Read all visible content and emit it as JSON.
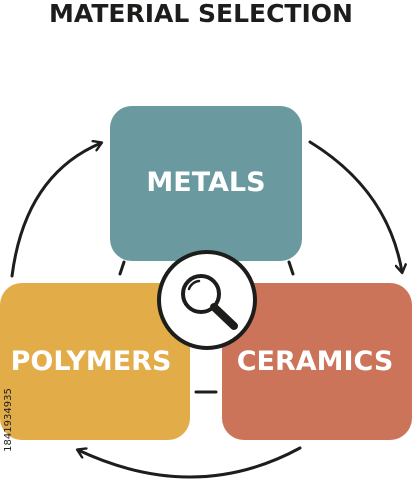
{
  "title": "MATERIAL SELECTION",
  "boxes": {
    "metals": {
      "label": "METALS",
      "color": "#6a9a9f"
    },
    "polymers": {
      "label": "POLYMERS",
      "color": "#e2ac48"
    },
    "ceramics": {
      "label": "CERAMICS",
      "color": "#cb7459"
    }
  },
  "center_icon": "magnifier-icon",
  "cycle": [
    "metals",
    "ceramics",
    "polymers"
  ],
  "colors": {
    "ink": "#1d1d1b",
    "background": "#ffffff"
  },
  "watermark_id": "1841934935"
}
